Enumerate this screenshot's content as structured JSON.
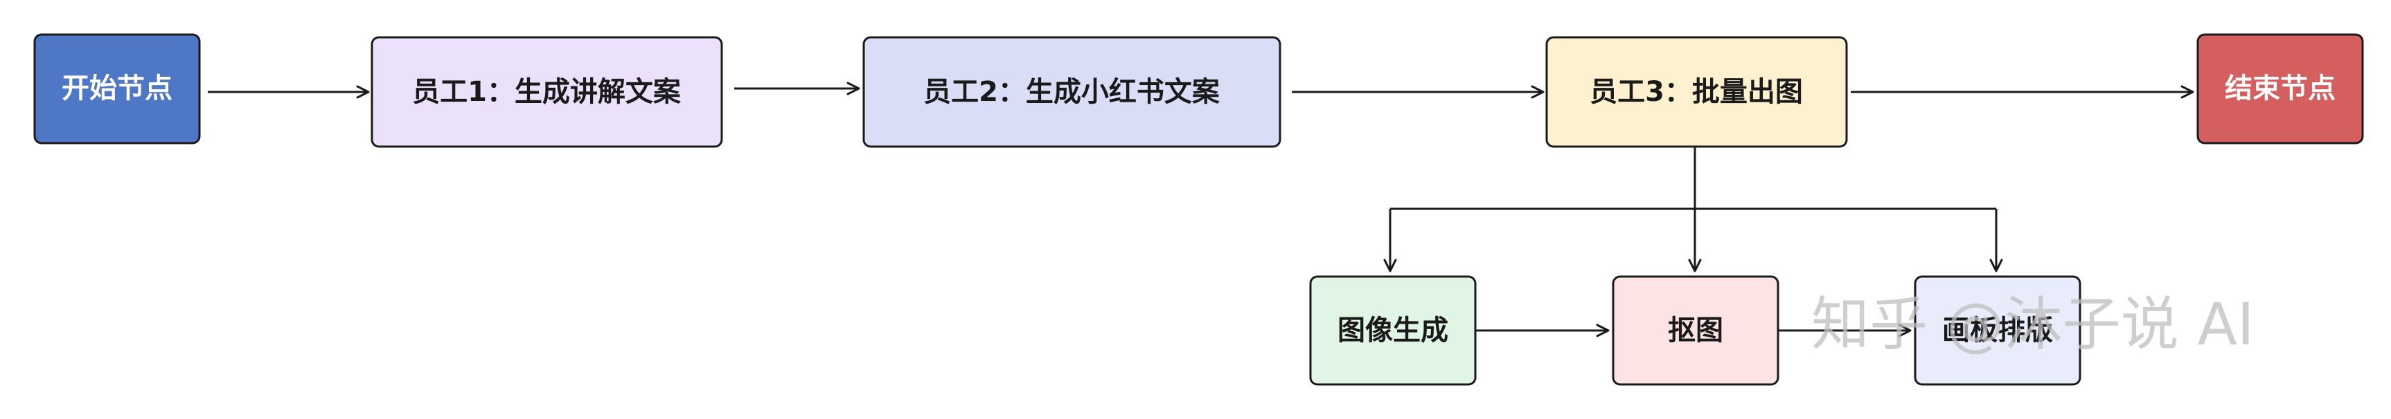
{
  "nodes": {
    "start": {
      "label": "开始节点",
      "fill": "#4e77c5",
      "text_color": "#ffffff"
    },
    "employee1": {
      "label": "员工1：生成讲解文案",
      "fill": "#ece1fb",
      "text_color": "#1a1a1a"
    },
    "employee2": {
      "label": "员工2：生成小红书文案",
      "fill": "#d9def6",
      "text_color": "#1a1a1a"
    },
    "employee3": {
      "label": "员工3：批量出图",
      "fill": "#fdf1cf",
      "text_color": "#1a1a1a"
    },
    "end": {
      "label": "结束节点",
      "fill": "#d55e5e",
      "text_color": "#ffffff"
    },
    "image_gen": {
      "label": "图像生成",
      "fill": "#e0f5e4",
      "text_color": "#1a1a1a"
    },
    "cutout": {
      "label": "抠图",
      "fill": "#fde4e4",
      "text_color": "#1a1a1a"
    },
    "layout": {
      "label": "画板排版",
      "fill": "#e9edfb",
      "text_color": "#1a1a1a"
    }
  },
  "watermark": {
    "text": "知乎 @沐子说 AI"
  },
  "colors": {
    "stroke": "#1a1a1a",
    "watermark": "#bdbdbd"
  }
}
